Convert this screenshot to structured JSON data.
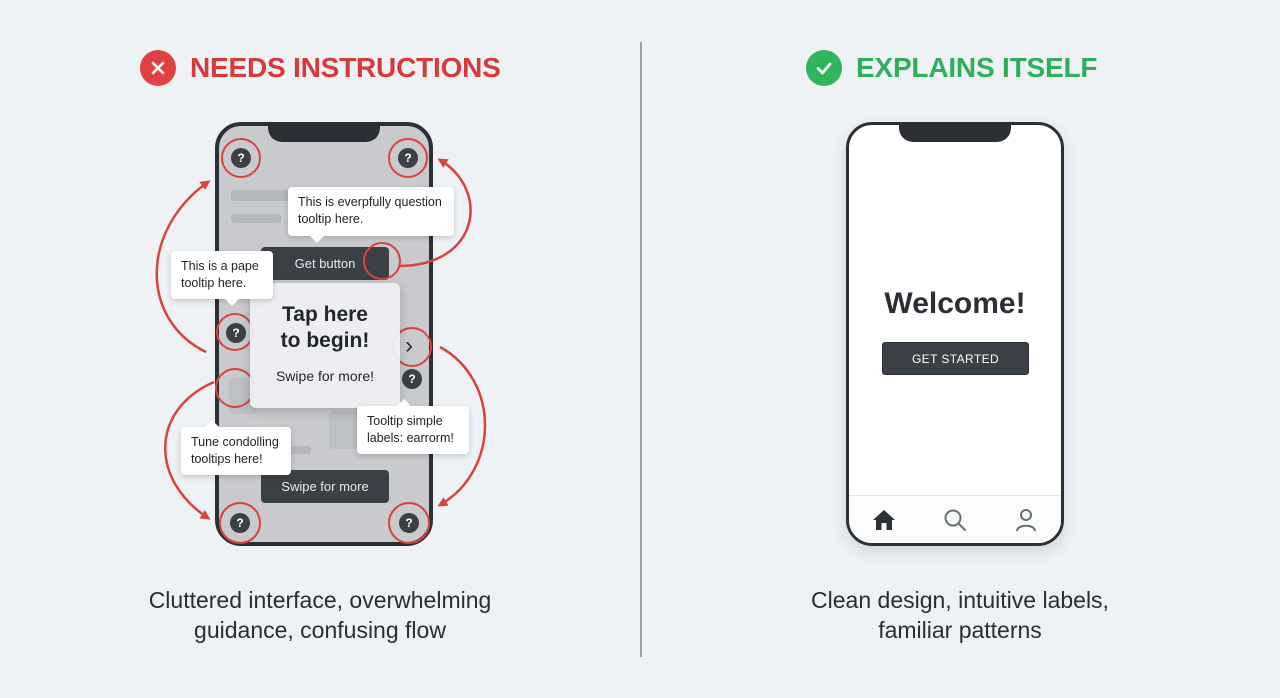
{
  "left": {
    "heading": "NEEDS INSTRUCTIONS",
    "caption_line1": "Cluttered interface, overwhelming",
    "caption_line2": "guidance, confusing flow",
    "phone": {
      "get_button": "Get button",
      "swipe_button": "Swipe for more",
      "help_glyph": "?",
      "next_glyph": "›",
      "overlay": {
        "line1": "Tap here",
        "line2": "to begin!",
        "sub": "Swipe for more!"
      },
      "tooltips": [
        {
          "line1": "This is everpfully question",
          "line2": "tooltip here."
        },
        {
          "line1": "This is a pape",
          "line2": "tooltip here."
        },
        {
          "line1": "Tune condolling",
          "line2": "tooltips here!"
        },
        {
          "line1": "Tooltip simple",
          "line2": "labels: earrorm!"
        }
      ]
    },
    "colors": {
      "accent": "#d73a3a",
      "ring": "#d9433f"
    }
  },
  "right": {
    "heading": "EXPLAINS ITSELF",
    "caption_line1": "Clean design, intuitive labels,",
    "caption_line2": "familiar patterns",
    "phone": {
      "welcome": "Welcome!",
      "cta": "GET STARTED",
      "tabs": [
        "home-icon",
        "search-icon",
        "profile-icon"
      ]
    },
    "colors": {
      "accent": "#2fae5b"
    }
  }
}
